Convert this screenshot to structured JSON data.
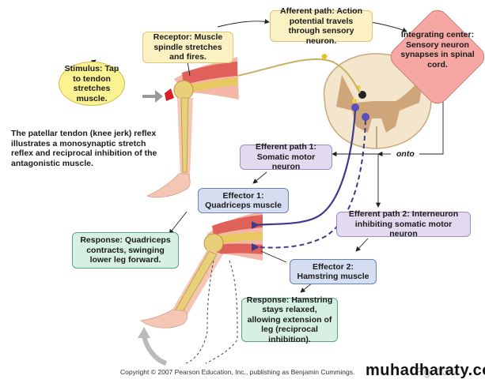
{
  "boxes": {
    "stimulus": "Stimulus: Tap to tendon stretches muscle.",
    "receptor": "Receptor: Muscle spindle stretches and fires.",
    "afferent": "Afferent path: Action potential travels through sensory neuron.",
    "integrating": "Integrating center: Sensory neuron synapses in spinal cord.",
    "efferent1": "Efferent path 1: Somatic motor neuron",
    "effector1": "Effector 1: Quadriceps muscle",
    "efferent2": "Efferent path 2: Interneuron inhibiting somatic motor neuron",
    "effector2": "Effector 2: Hamstring muscle",
    "response1": "Response: Quadriceps contracts, swinging lower leg forward.",
    "response2": "Response: Hamstring stays relaxed, allowing extension of leg (reciprocal inhibition)."
  },
  "caption": "The patellar tendon (knee jerk) reflex illustrates a monosynaptic stretch reflex and reciprocal inhibition of the antagonistic muscle.",
  "onto_label": "onto",
  "copyright": "Copyright © 2007 Pearson Education, Inc., publishing as Benjamin Cummings.",
  "figure_label": "Fig. 13-7",
  "watermark": "muhadharaty.com",
  "colors": {
    "stimulus": "#fbf391",
    "receptor_afferent": "#fbf1c2",
    "integrating": "#f5a8a3",
    "efferent": "#e3daf0",
    "effector": "#d5ddf0",
    "response": "#d7f0e4",
    "motor_neuron": "#3f3a8c"
  }
}
